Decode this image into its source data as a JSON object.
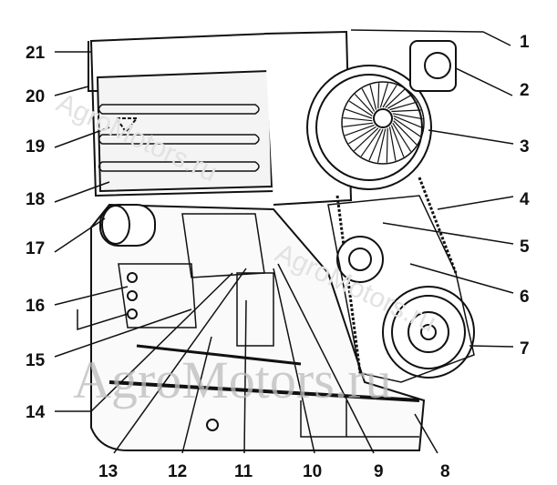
{
  "diagram": {
    "callouts": [
      "1",
      "2",
      "3",
      "4",
      "5",
      "6",
      "7",
      "8",
      "9",
      "10",
      "11",
      "12",
      "13",
      "14",
      "15",
      "16",
      "17",
      "18",
      "19",
      "20",
      "21"
    ],
    "watermark": "AgroMotors.ru",
    "colors": {
      "line": "#111111",
      "watermark": "#bcbcbc"
    }
  }
}
